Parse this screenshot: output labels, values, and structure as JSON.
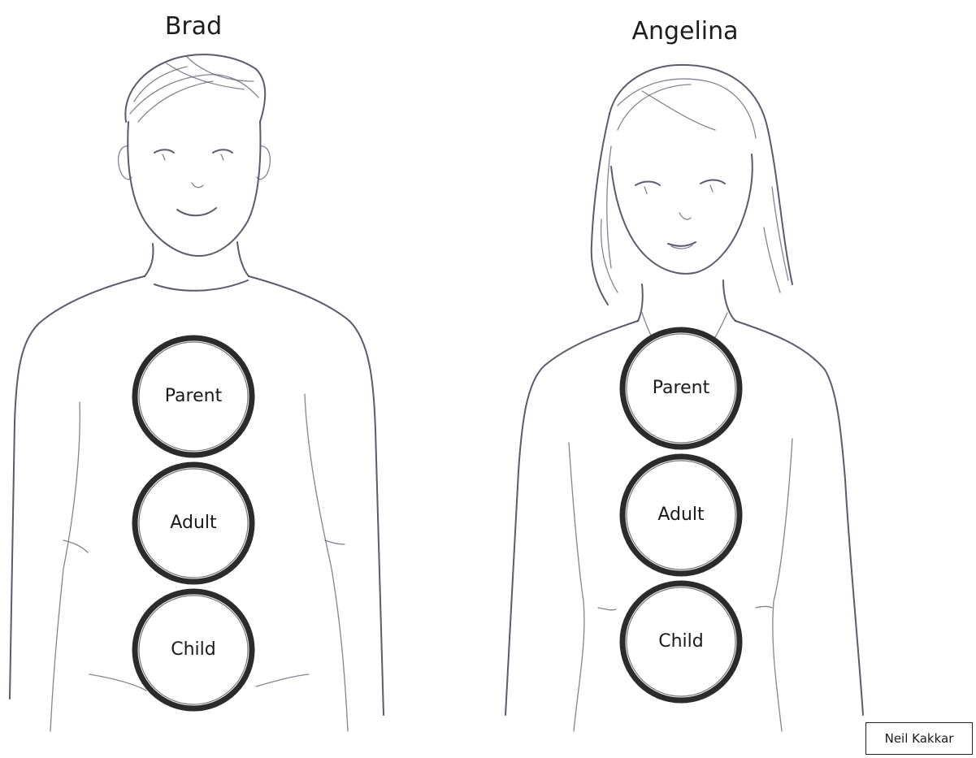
{
  "people": [
    {
      "name": "Brad",
      "states": [
        "Parent",
        "Adult",
        "Child"
      ]
    },
    {
      "name": "Angelina",
      "states": [
        "Parent",
        "Adult",
        "Child"
      ]
    }
  ],
  "credit": "Neil Kakkar",
  "colors": {
    "sketch_line": "#3e4052",
    "ring": "#2b2b2b",
    "background": "#ffffff"
  }
}
